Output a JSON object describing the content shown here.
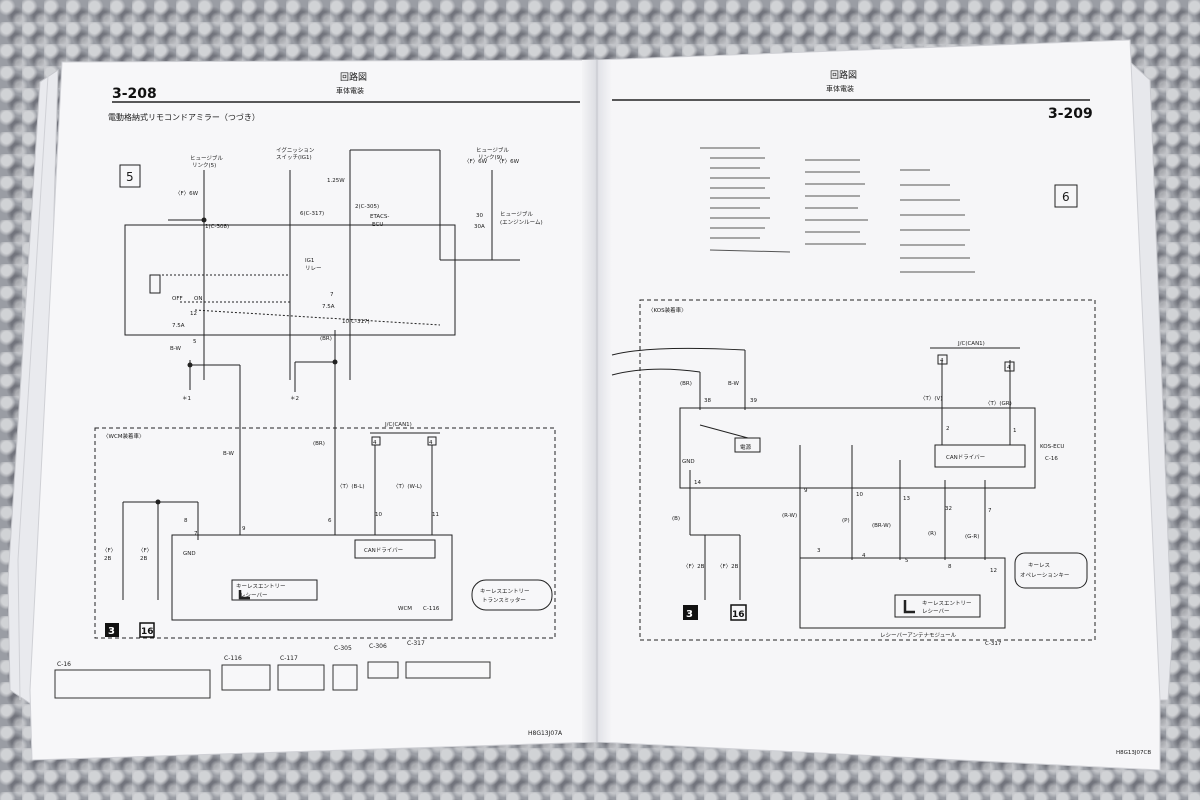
{
  "left_page": {
    "page_number": "3-208",
    "header_top": "回路図",
    "header_sub": "車体電装",
    "title": "電動格納式リモコンドアミラー（つづき）",
    "section_box": "5",
    "labels": {
      "fuse_a": "ヒュージブル",
      "fuse_a2": "リンク(5)",
      "ign": "イグニッション",
      "ign2": "スイッチ(IG1)",
      "fuse_b": "ヒュージブル",
      "fuse_b2": "リンク(9)",
      "f6w_1": "〈F〉6W",
      "f6w_2": "〈F〉6W",
      "f6w_3": "〈F〉6W",
      "c308": "1(C-308)",
      "c317": "6(C-317)",
      "c305": "2(C-305)",
      "etacs": "ETACS-",
      "ecu": "ECU",
      "w125": "1.25W",
      "fuse30": "30",
      "amp30": "30A",
      "relay_box": "ヒュージブル",
      "relay_box2": "(エンジンルーム)",
      "ig1": "IG1",
      "relay": "リレー",
      "off": "OFF",
      "on": "ON",
      "n12": "12",
      "a75_1": "7.5A",
      "n5": "5",
      "n7": "7",
      "a75_2": "7.5A",
      "c317b": "10(C-317)",
      "bw_1": "B-W",
      "br_1": "(BR)",
      "star1": "＊1",
      "star2": "＊2",
      "wcm_area": "〈WCM装着車〉",
      "jc": "J/C(CAN1)",
      "bw_2": "B-W",
      "br_2": "(BR)",
      "tbl": "〈T〉(B-L)",
      "twl": "〈T〉(W-L)",
      "box4a": "4",
      "box4b": "4",
      "f2b_1": "〈F〉",
      "f2b_1b": "2B",
      "f2b_2": "〈F〉",
      "f2b_2b": "2B",
      "n8": "8",
      "n7b": "7",
      "n9": "9",
      "n6": "6",
      "n10": "10",
      "n11": "11",
      "gnd": "GND",
      "can_driver": "CANドライバー",
      "keyless": "キーレスエントリー",
      "receiver": "レシーバー",
      "keyless_tx": "キーレスエントリー",
      "keyless_tx2": "トランスミッター",
      "wcm": "WCM",
      "c116": "C-116",
      "g3": "3",
      "g16": "16",
      "conn_c16": "C-16",
      "conn_c116": "C-116",
      "conn_c117": "C-117",
      "conn_c305": "C-305",
      "conn_c306": "C-306",
      "conn_c317": "C-317",
      "footer_code": "H8G13J07A"
    }
  },
  "right_page": {
    "page_number": "3-209",
    "header_top": "回路図",
    "header_sub": "車体電装",
    "section_box": "6",
    "labels": {
      "kos_area": "〈KOS装着車〉",
      "jc": "J/C(CAN1)",
      "br": "(BR)",
      "bw": "B-W",
      "n38": "38",
      "n39": "39",
      "power": "電源",
      "tv": "〈T〉(V)",
      "tgr": "〈T〉(GR)",
      "box4a": "4",
      "box4b": "4",
      "n2": "2",
      "n1": "1",
      "kos_ecu": "KOS-ECU",
      "c16": "C-16",
      "can_driver": "CANドライバー",
      "gnd": "GND",
      "n14": "14",
      "n9": "9",
      "n10": "10",
      "n13": "13",
      "n32": "32",
      "n7": "7",
      "b": "(B)",
      "rw": "(R-W)",
      "p": "(P)",
      "brw": "(BR-W)",
      "r": "(R)",
      "gr": "(G-R)",
      "n3": "3",
      "n4": "4",
      "n5": "5",
      "n8": "8",
      "n12": "12",
      "keyless_op": "キーレス",
      "keyless_op2": "オペレーションキー",
      "f2b_1": "〈F〉2B",
      "f2b_2": "〈F〉2B",
      "keyless_rx": "キーレスエントリー",
      "keyless_rx2": "レシーバー",
      "antenna": "レシーバーアンテナモジュール",
      "c317": "C-317",
      "g3": "3",
      "g16": "16",
      "footer_code": "H8G13J07CB"
    }
  }
}
